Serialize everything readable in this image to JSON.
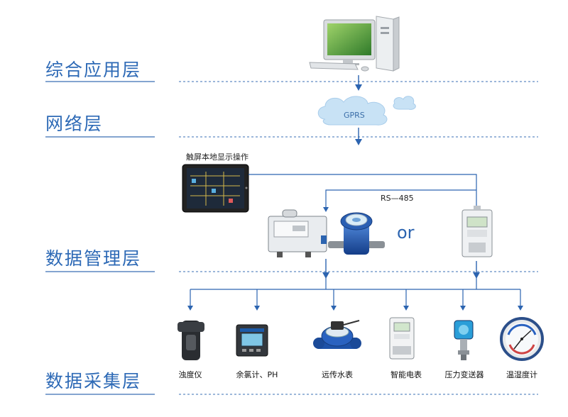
{
  "layers": [
    {
      "label": "综合应用层"
    },
    {
      "label": "网络层"
    },
    {
      "label": "数据管理层"
    },
    {
      "label": "数据采集层"
    }
  ],
  "network": {
    "cloud_label": "GPRS"
  },
  "management": {
    "touchscreen_label": "触屏本地显示操作",
    "bus_label": "RS—485",
    "or_label": "or"
  },
  "sensors": [
    {
      "label": "浊度仪",
      "icon": "turbidity-meter-icon"
    },
    {
      "label": "余氯计、PH",
      "icon": "chlorine-ph-meter-icon"
    },
    {
      "label": "远传水表",
      "icon": "remote-water-meter-icon"
    },
    {
      "label": "智能电表",
      "icon": "smart-electric-meter-icon"
    },
    {
      "label": "压力变送器",
      "icon": "pressure-transmitter-icon"
    },
    {
      "label": "温湿度计",
      "icon": "thermo-hygrometer-icon"
    }
  ],
  "colors": {
    "accent": "#2e6ab6",
    "line": "#3a6fb5",
    "arrow": "#2c64b0",
    "cloud": "#c8e2f5"
  }
}
